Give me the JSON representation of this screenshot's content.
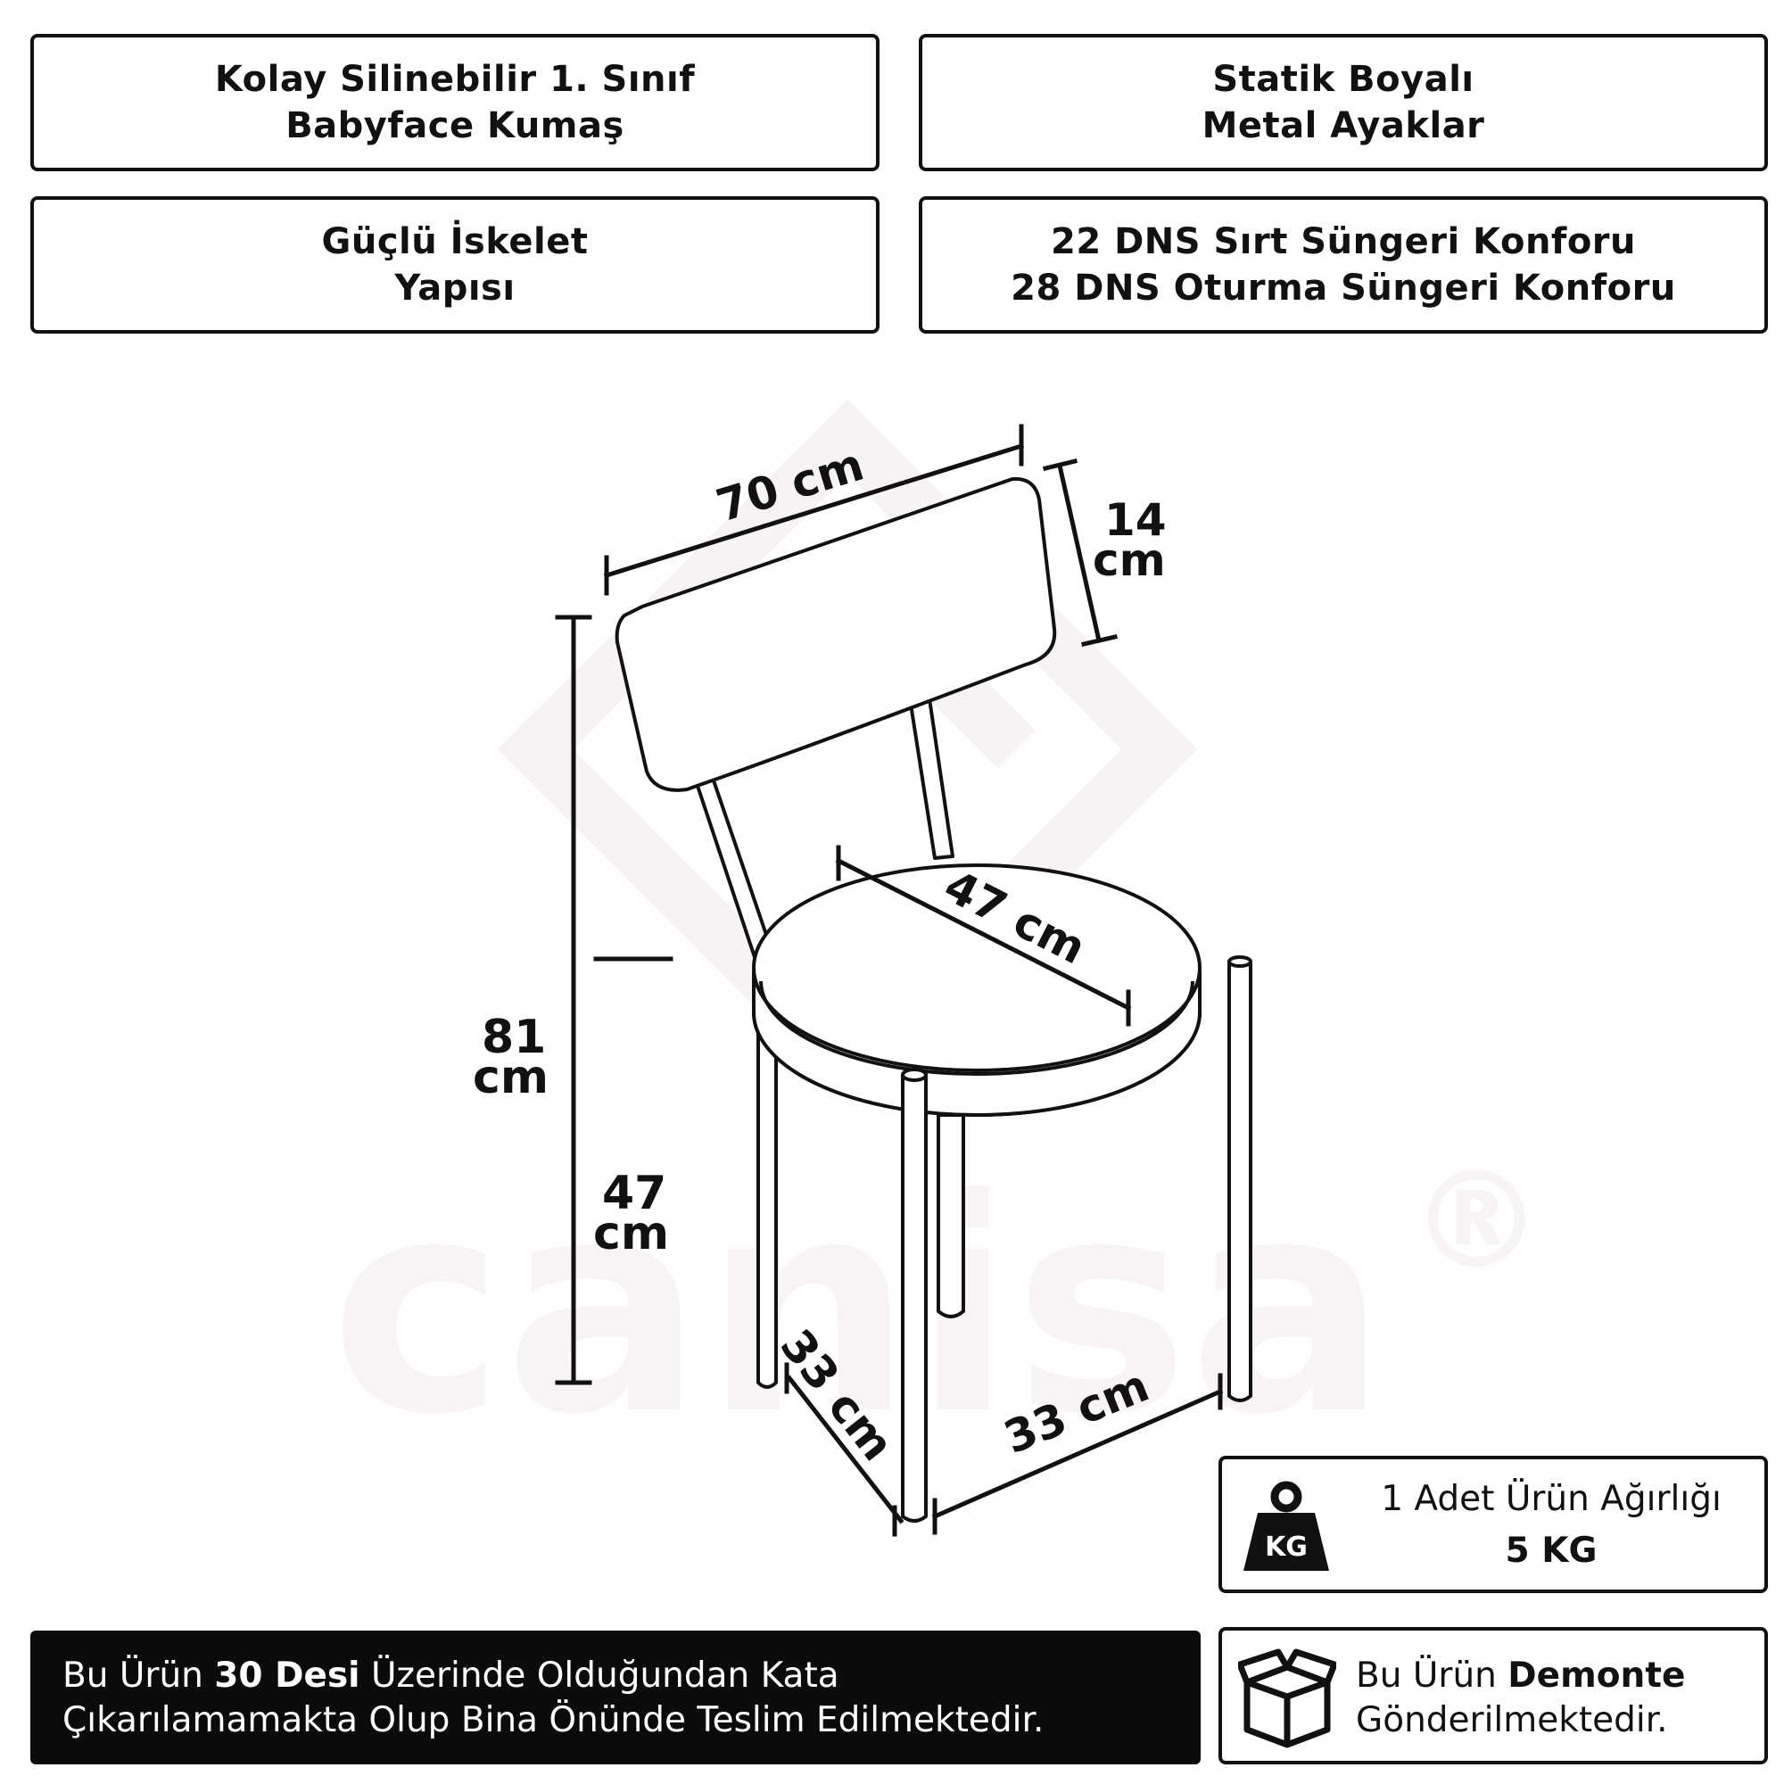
{
  "features": [
    {
      "line1": "Kolay Silinebilir 1. Sınıf",
      "line2": "Babyface Kumaş"
    },
    {
      "line1": "Statik Boyalı",
      "line2": "Metal Ayaklar"
    },
    {
      "line1": "Güçlü İskelet",
      "line2": "Yapısı"
    },
    {
      "line1": "22 DNS Sırt Süngeri Konforu",
      "line2": "28 DNS Oturma Süngeri Konforu"
    }
  ],
  "dimensions": {
    "backrest_width": "70 cm",
    "backrest_height_value": "14",
    "backrest_height_unit": "cm",
    "total_height_value": "81",
    "total_height_unit": "cm",
    "seat_height_value": "47",
    "seat_height_unit": "cm",
    "seat_diameter": "47 cm",
    "leg_depth": "33 cm",
    "leg_width": "33 cm"
  },
  "watermark": {
    "brand": "canisa",
    "registered": "®"
  },
  "weight": {
    "badge": "KG",
    "label": "1 Adet Ürün Ağırlığı",
    "value": "5 KG"
  },
  "delivery": {
    "prefix": "Bu Ürün ",
    "bold": "30 Desi",
    "suffix": " Üzerinde Olduğundan Kata",
    "line2": "Çıkarılamamakta Olup Bina Önünde Teslim Edilmektedir."
  },
  "assembly": {
    "prefix": "Bu Ürün ",
    "bold": "Demonte",
    "line2": "Gönderilmektedir."
  },
  "colors": {
    "ink": "#111111",
    "watermark": "#f5eff3",
    "bar": "#0b0b0b"
  }
}
